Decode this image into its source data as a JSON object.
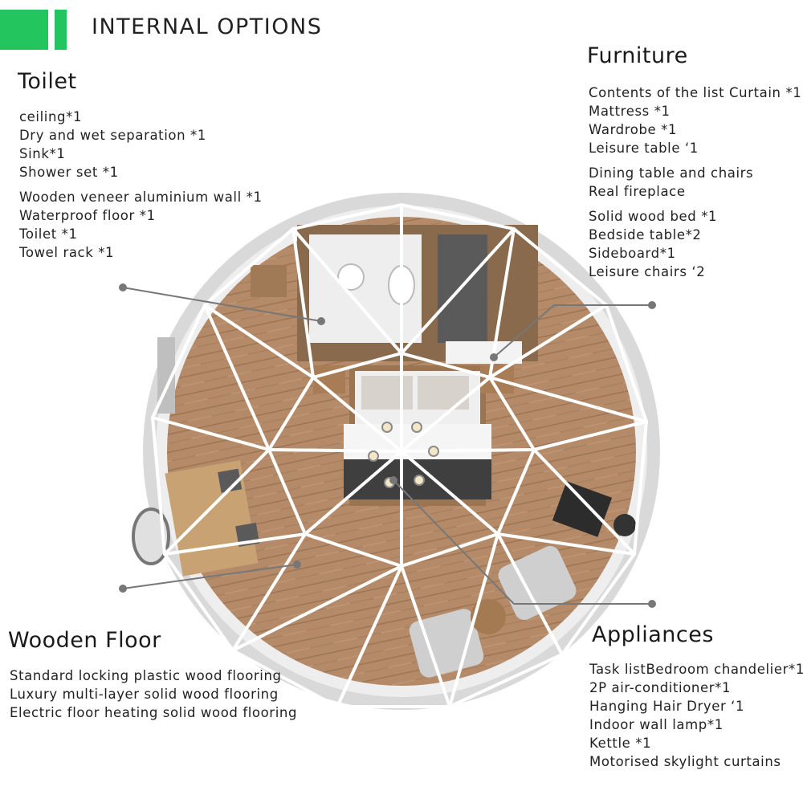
{
  "header": {
    "title": "INTERNAL OPTIONS",
    "accent_color": "#22c55e"
  },
  "toilet": {
    "heading": "Toilet",
    "items": [
      "ceiling*1",
      "Dry and wet separation *1",
      "Sink*1",
      "Shower set *1",
      "Wooden veneer aluminium wall *1",
      "Waterproof floor *1",
      "Toilet *1",
      "Towel rack *1"
    ]
  },
  "furniture": {
    "heading": "Furniture",
    "items": [
      "Contents of the list Curtain *1",
      "Mattress *1",
      "Wardrobe *1",
      "Leisure table ‘1",
      "Dining table and chairs",
      "Real fireplace",
      "Solid wood bed *1",
      "Bedside table*2",
      "Sideboard*1",
      "Leisure chairs ‘2"
    ]
  },
  "floor": {
    "heading": "Wooden Floor",
    "items": [
      "Standard locking plastic wood flooring",
      "Luxury multi-layer solid wood flooring",
      "Electric floor heating solid wood flooring"
    ]
  },
  "appliances": {
    "heading": "Appliances",
    "items": [
      "Task listBedroom chandelier*1",
      "2P air-conditioner*1",
      "Hanging Hair Dryer ‘1",
      "Indoor wall lamp*1",
      "Kettle *1",
      "Motorised skylight curtains"
    ]
  },
  "colors": {
    "wood_floor": "#b48a68",
    "dome_frame": "#ffffff",
    "dome_shell": "#dcdcdc",
    "leader_line": "#777777"
  }
}
